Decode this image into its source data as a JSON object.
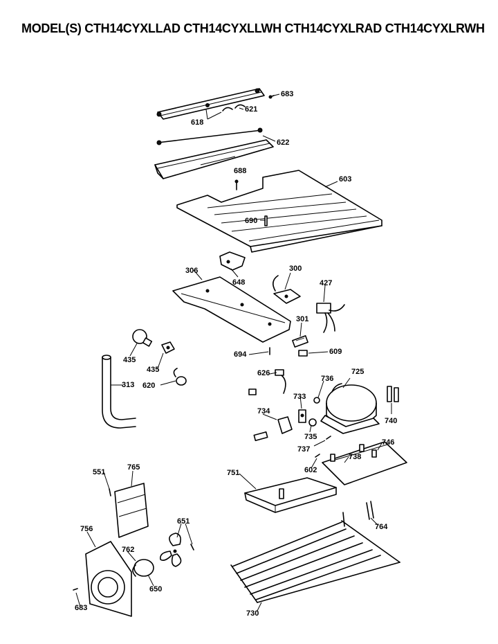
{
  "title": "MODEL(S) CTH14CYXLLAD  CTH14CYXLLWH  CTH14CYXLRAD  CTH14CYXLRWH",
  "callouts": {
    "c683a": "683",
    "c621": "621",
    "c618": "618",
    "c622": "622",
    "c688": "688",
    "c603": "603",
    "c690": "690",
    "c306": "306",
    "c648": "648",
    "c300": "300",
    "c427": "427",
    "c301": "301",
    "c694": "694",
    "c609": "609",
    "c435a": "435",
    "c435b": "435",
    "c313": "313",
    "c620": "620",
    "c626": "626",
    "c736": "736",
    "c725": "725",
    "c733": "733",
    "c734": "734",
    "c735": "735",
    "c740": "740",
    "c737": "737",
    "c746": "746",
    "c738": "738",
    "c602": "602",
    "c551": "551",
    "c765": "765",
    "c751": "751",
    "c764": "764",
    "c651": "651",
    "c756": "756",
    "c762": "762",
    "c650": "650",
    "c683b": "683",
    "c730": "730"
  }
}
